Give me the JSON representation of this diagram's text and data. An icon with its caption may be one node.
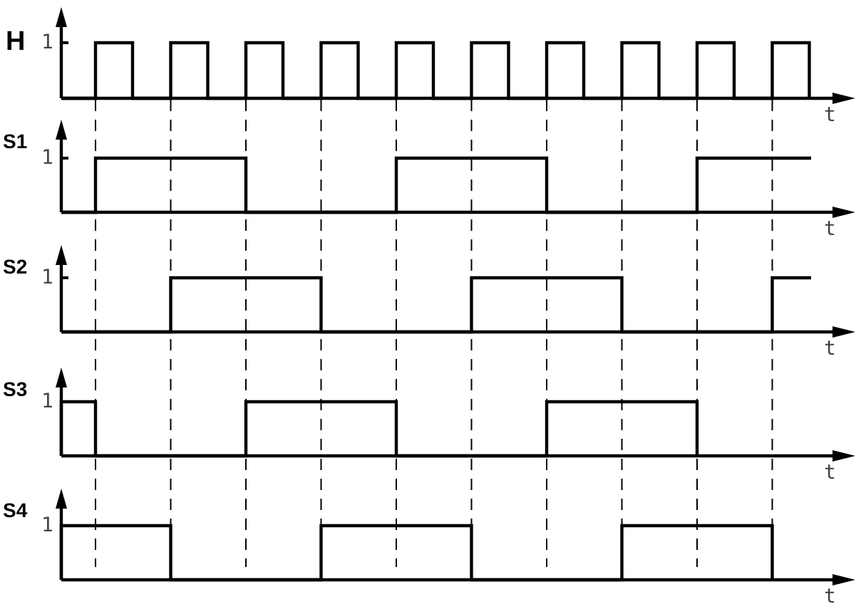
{
  "diagram": {
    "labels": [
      "H",
      "1",
      "t",
      "S1",
      "1",
      "t",
      "S2",
      "1",
      "t",
      "S3",
      "1",
      "t",
      "S4",
      "1",
      "t"
    ]
  }
}
